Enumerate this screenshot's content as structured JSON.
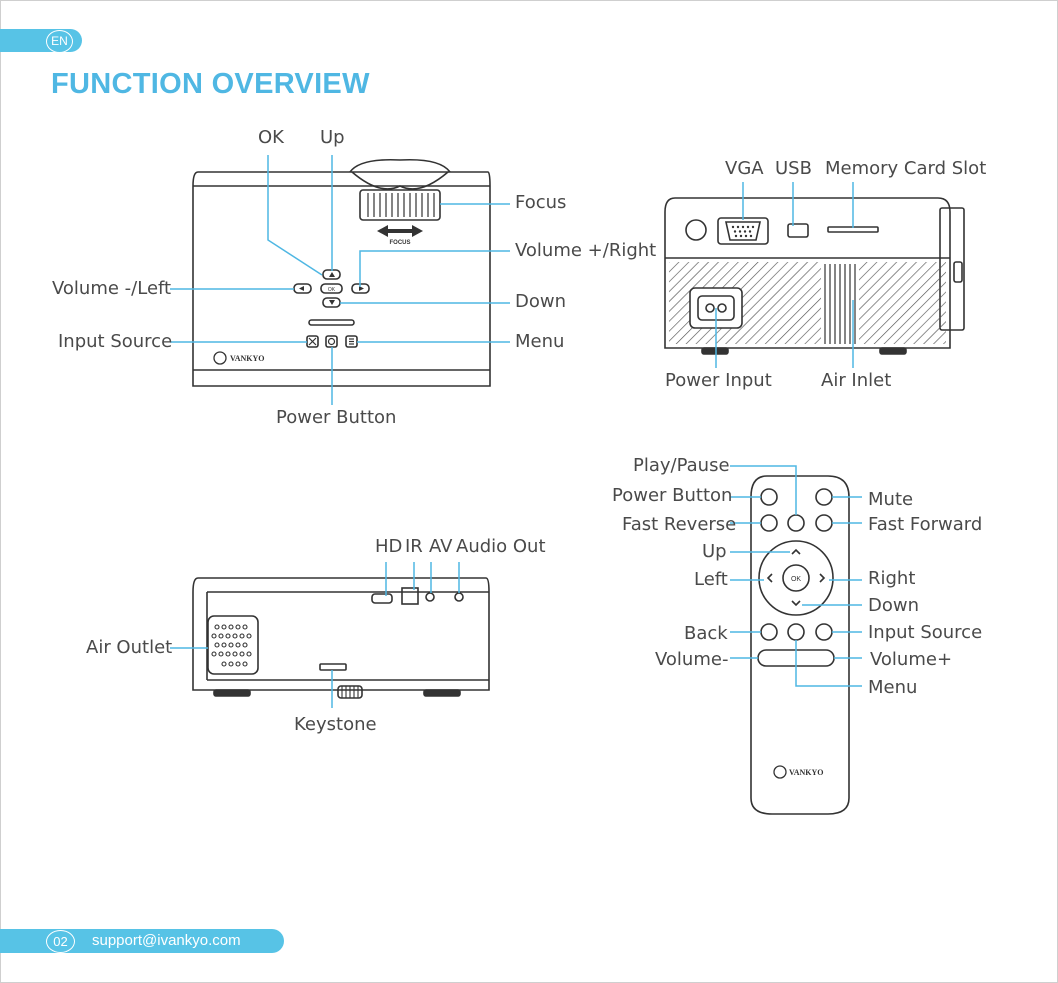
{
  "header": {
    "lang": "EN",
    "title": "FUNCTION OVERVIEW"
  },
  "top_panel": {
    "labels": {
      "ok": "OK",
      "up": "Up",
      "focus": "Focus",
      "volume_right": "Volume +/Right",
      "volume_left": "Volume -/Left",
      "down": "Down",
      "input_source": "Input Source",
      "menu": "Menu",
      "power_button": "Power Button"
    },
    "printed": {
      "focus_text": "FOCUS",
      "ok_key": "OK",
      "brand": "VANKYO"
    }
  },
  "rear_panel": {
    "labels": {
      "vga": "VGA",
      "usb": "USB",
      "memory_card_slot": "Memory Card Slot",
      "power_input": "Power Input",
      "air_inlet": "Air Inlet"
    }
  },
  "side_panel": {
    "labels": {
      "hd": "HD",
      "ir": "IR",
      "av": "AV",
      "audio_out": "Audio Out",
      "air_outlet": "Air Outlet",
      "keystone": "Keystone"
    }
  },
  "remote": {
    "labels": {
      "play_pause": "Play/Pause",
      "power_button": "Power Button",
      "mute": "Mute",
      "fast_reverse": "Fast Reverse",
      "fast_forward": "Fast Forward",
      "up": "Up",
      "left": "Left",
      "right": "Right",
      "down": "Down",
      "back": "Back",
      "input_source": "Input Source",
      "volume_minus": "Volume-",
      "volume_plus": "Volume+",
      "menu": "Menu"
    },
    "printed": {
      "ok_key": "OK",
      "brand": "VANKYO"
    }
  },
  "footer": {
    "page": "02",
    "email": "support@ivankyo.com"
  },
  "colors": {
    "accent": "#57c3e6",
    "title": "#4fb7e3",
    "line": "#4fb7e3",
    "device": "#333333"
  }
}
